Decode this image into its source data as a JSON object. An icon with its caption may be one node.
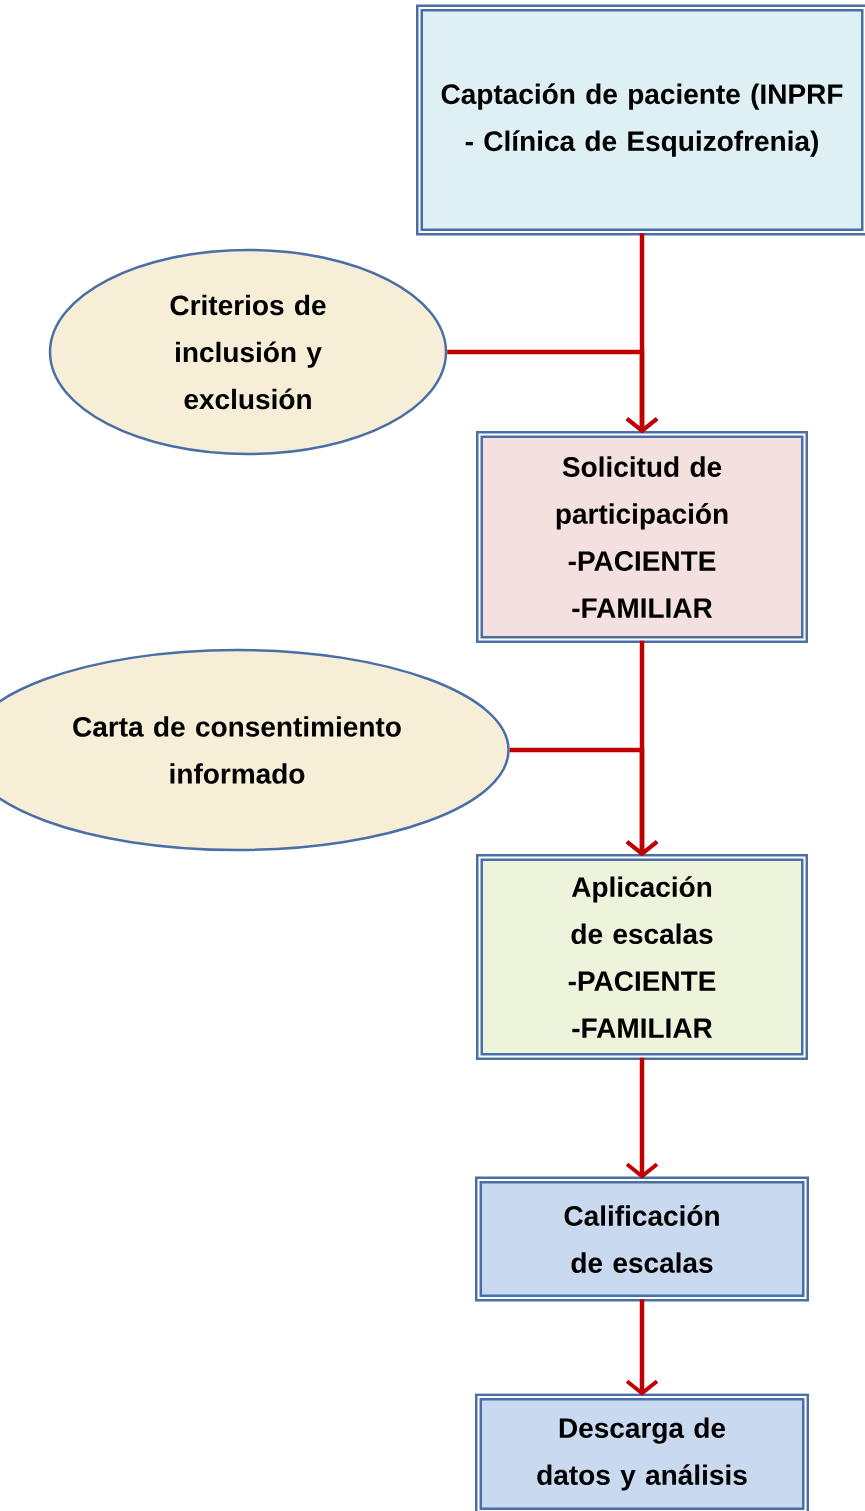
{
  "diagram": {
    "nodes": [
      {
        "text": [
          "Captación de paciente (INPRF - Clínica de Esquizofrenia)"
        ]
      },
      {
        "text": [
          "Criterios de inclusión y exclusión"
        ]
      },
      {
        "text": [
          "Solicitud de participación",
          "-PACIENTE",
          "-FAMILIAR"
        ]
      },
      {
        "text": [
          "Carta de consentimiento informado"
        ]
      },
      {
        "text": [
          "Aplicación de escalas",
          "-PACIENTE",
          "-FAMILIAR"
        ]
      },
      {
        "text": [
          "Calificación de escalas"
        ]
      },
      {
        "text": [
          "Descarga de datos y análisis"
        ]
      }
    ],
    "edges": [
      {
        "from": 0,
        "to": 2,
        "arrow": "to"
      },
      {
        "from": 1,
        "to": 2,
        "arrow": "to"
      },
      {
        "from": 2,
        "to": 4,
        "arrow": "to"
      },
      {
        "from": 3,
        "to": 4,
        "arrow": "to"
      },
      {
        "from": 4,
        "to": 5,
        "arrow": "to"
      },
      {
        "from": 5,
        "to": 6,
        "arrow": "to"
      }
    ]
  }
}
